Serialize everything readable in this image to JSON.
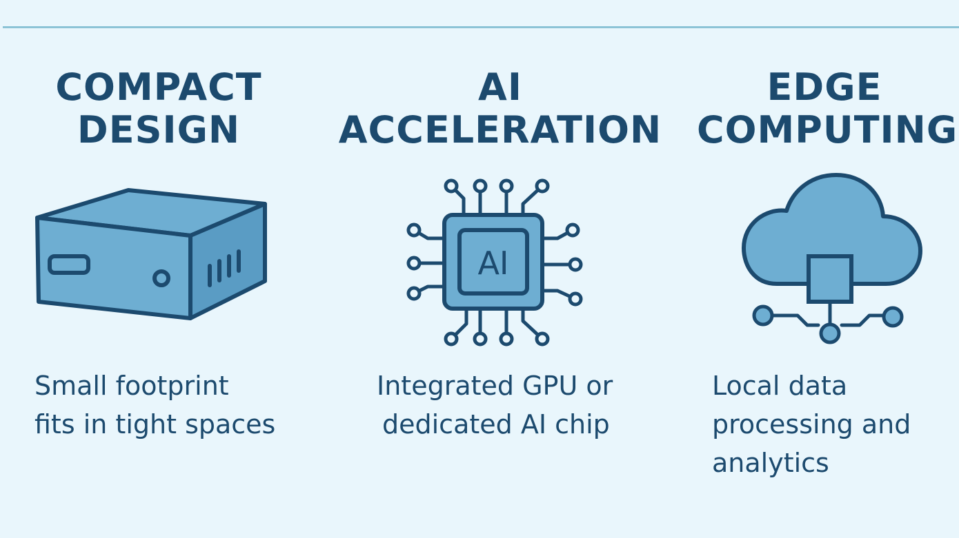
{
  "features": [
    {
      "title_lines": [
        "COMPACT",
        "DESIGN"
      ],
      "icon": "mini-pc-icon",
      "desc_lines": [
        "Small footprint",
        "fits in tight spaces"
      ]
    },
    {
      "title_lines": [
        "AI",
        "ACCELERATION"
      ],
      "icon": "ai-chip-icon",
      "chip_label": "AI",
      "desc_lines": [
        "Integrated GPU or",
        "dedicated AI chip"
      ]
    },
    {
      "title_lines": [
        "EDGE",
        "COMPUTING"
      ],
      "icon": "cloud-network-icon",
      "desc_lines": [
        "Local data",
        "processing and",
        "analytics"
      ]
    }
  ],
  "colors": {
    "background": "#e9f6fc",
    "ink": "#1c4a6e",
    "icon_fill": "#6eaed2",
    "rule": "#8cc3d6"
  }
}
